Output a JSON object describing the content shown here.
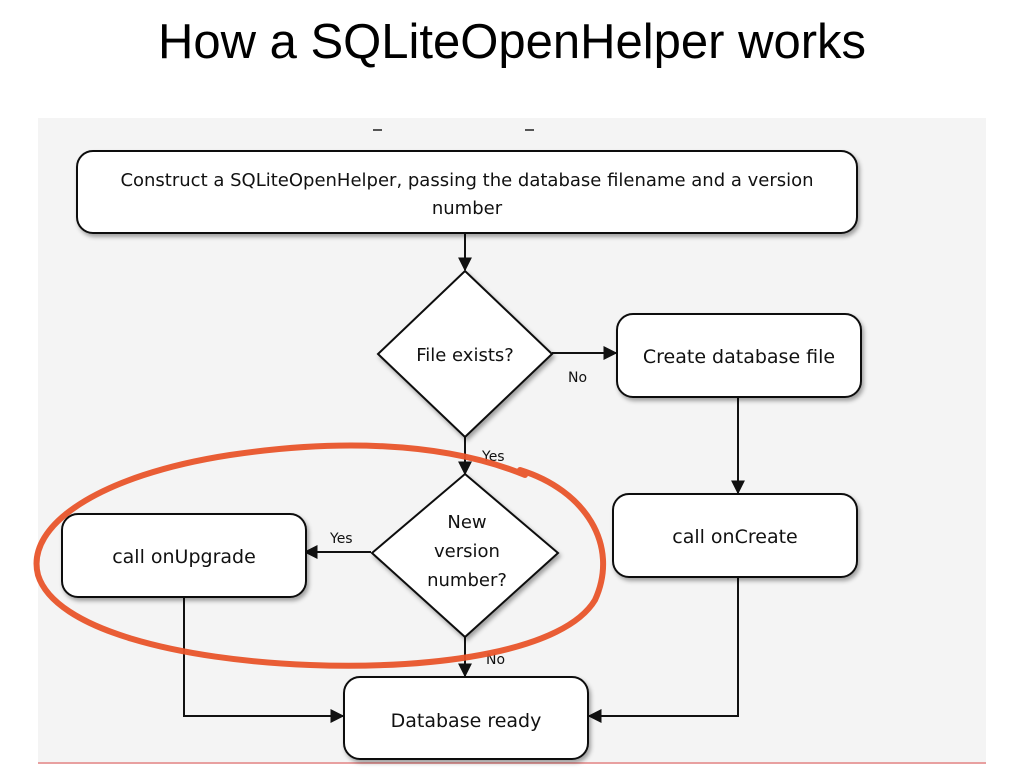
{
  "title": "How a SQLiteOpenHelper works",
  "nodes": {
    "construct": {
      "line1": "Construct a SQLiteOpenHelper, passing the database filename and a version",
      "line2": "number"
    },
    "file_exists": "File exists?",
    "create_file": "Create database file",
    "new_version": {
      "line1": "New",
      "line2": "version",
      "line3": "number?"
    },
    "on_upgrade": "call onUpgrade",
    "on_create": "call onCreate",
    "db_ready": "Database ready"
  },
  "edge_labels": {
    "file_no": "No",
    "file_yes": "Yes",
    "version_yes": "Yes",
    "version_no": "No"
  },
  "highlight_color": "#e8542a"
}
